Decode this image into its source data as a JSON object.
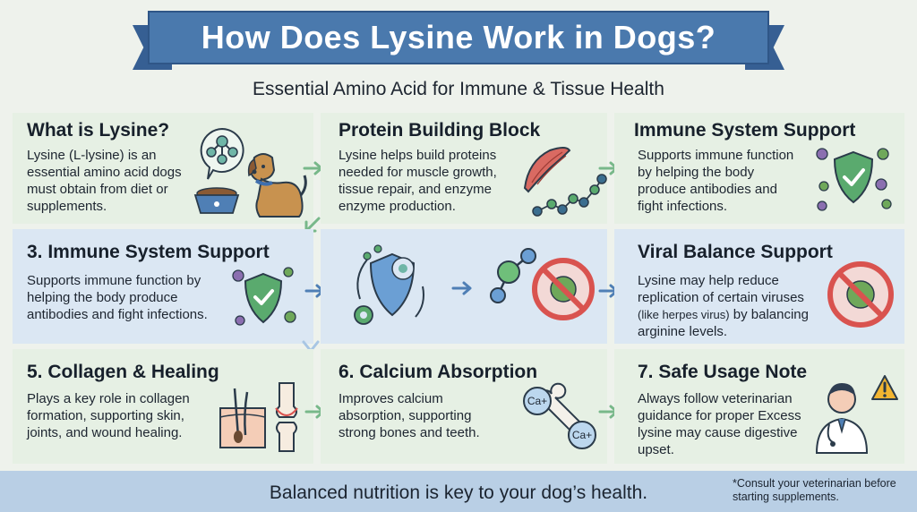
{
  "header": {
    "title": "How Does Lysine Work in Dogs?",
    "subtitle": "Essential Amino Acid for Immune & Tissue Health"
  },
  "cards": [
    {
      "title": "What is Lysine?",
      "body": "Lysine (L-lysine) is an essential amino acid dogs must obtain from diet or supplements."
    },
    {
      "title": "Protein Building Block",
      "body": "Lysine helps build proteins needed for muscle growth, tissue repair, and enzyme enzyme production."
    },
    {
      "title": "Immune System Support",
      "body": "Supports immune function by helping the body produce antibodies and fight infections."
    },
    {
      "title": "3. Immune System Support",
      "body": "Supports immune function by helping the body produce antibodies and fight infections."
    },
    {
      "title": "",
      "body": ""
    },
    {
      "title": "Viral Balance Support",
      "body_a": "Lysine may help reduce replication of certain viruses",
      "body_b": "(like herpes virus)",
      "body_c": "by balancing arginine levels."
    },
    {
      "title": "5. Collagen & Healing",
      "body": "Plays a key role in collagen formation, supporting skin, joints, and wound healing."
    },
    {
      "title": "6. Calcium Absorption",
      "body": "Improves calcium absorption, supporting strong bones and teeth.",
      "ion_a": "Ca+",
      "ion_b": "Ca+"
    },
    {
      "title": "7. Safe Usage Note",
      "body": "Always follow veterinarian guidance for proper Excess lysine may cause digestive upset."
    }
  ],
  "footer": {
    "message": "Balanced nutrition is key to your dog’s health.",
    "note": "*Consult your veterinarian before starting supplements."
  },
  "icons": [
    "molecule-icon",
    "dog-icon",
    "dog-bowl-icon",
    "muscle-icon",
    "amino-chain-icon",
    "shield-check-icon",
    "virus-icon",
    "no-virus-icon",
    "skin-icon",
    "knee-joint-icon",
    "bone-icon",
    "calcium-ion-icon",
    "doctor-icon",
    "warning-icon",
    "arrow-right-icon"
  ],
  "colors": {
    "banner": "#4a79ad",
    "accent_green": "#5aaa6e",
    "arrow_green": "#78b88a",
    "arrow_blue": "#4f7fb5",
    "warning": "#f2b531",
    "prohibit_red": "#d9534f"
  }
}
